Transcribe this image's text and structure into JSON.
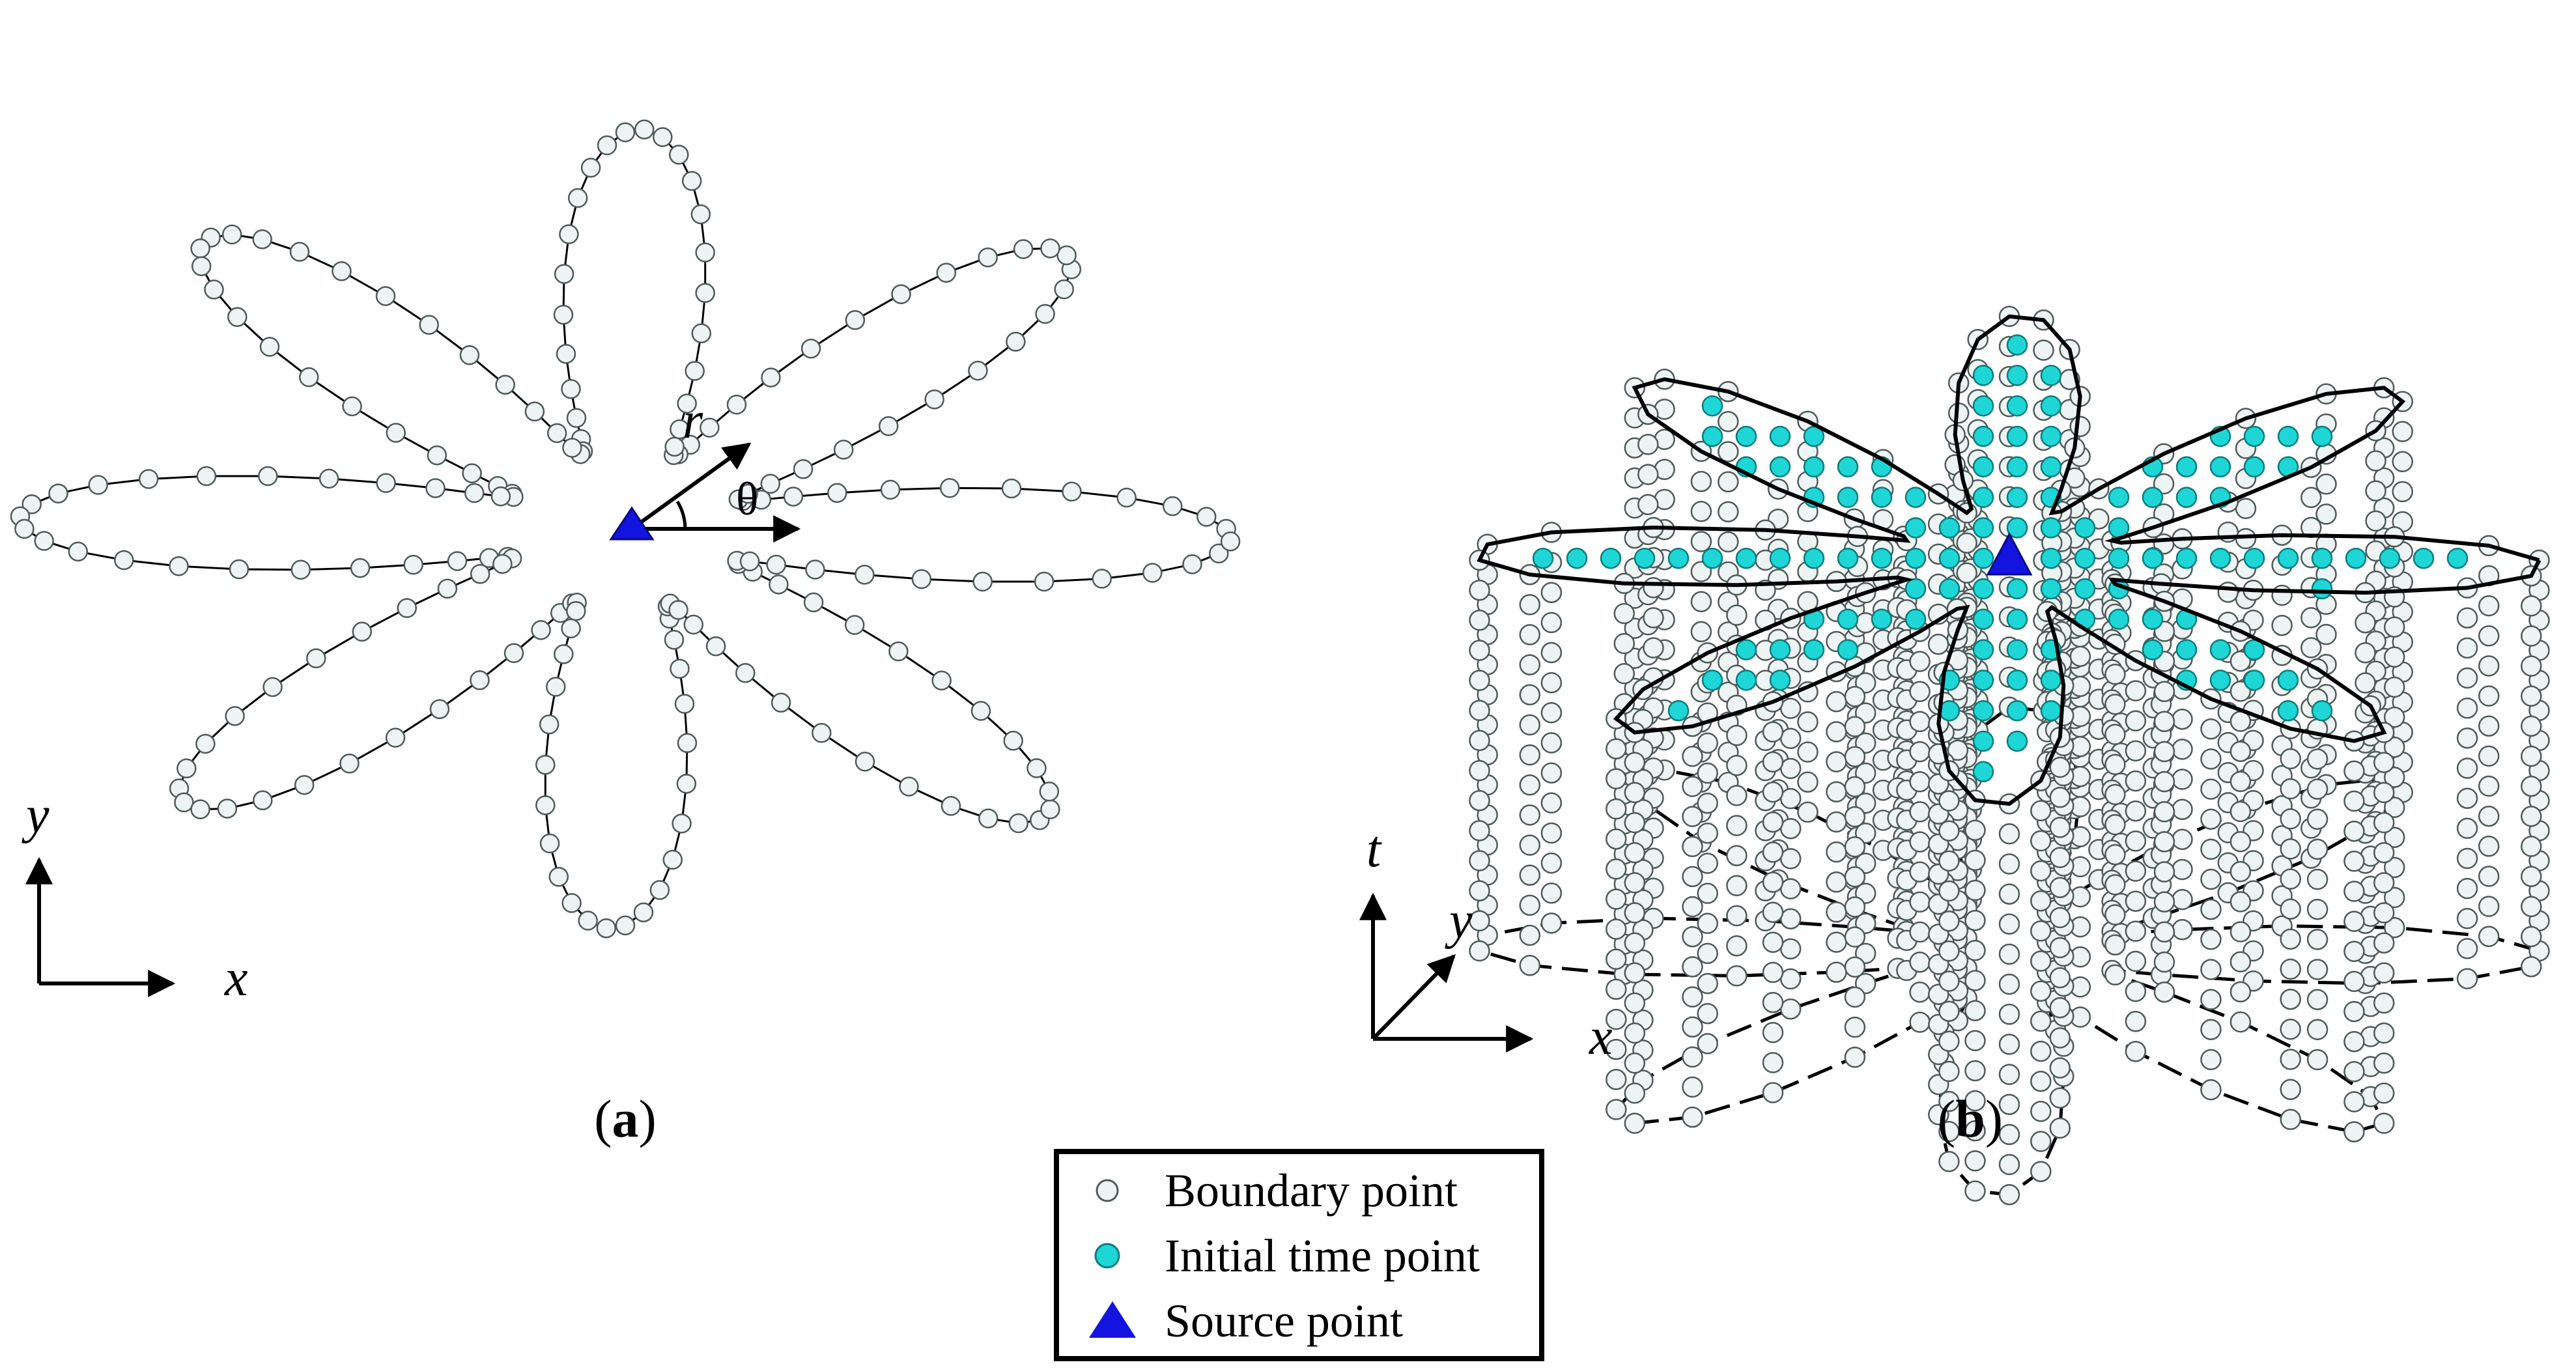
{
  "panel_a": {
    "label_prefix": "(",
    "label_letter": "a",
    "label_suffix": ")",
    "axis_x": "x",
    "axis_y": "y",
    "polar_r": "r",
    "polar_theta": "θ"
  },
  "panel_b": {
    "label_prefix": "(",
    "label_letter": "b",
    "label_suffix": ")",
    "axis_x": "x",
    "axis_y": "y",
    "axis_t": "t"
  },
  "legend": {
    "items": [
      {
        "label": "Boundary point",
        "marker": "open-circle"
      },
      {
        "label": "Initial time point",
        "marker": "cyan-circle"
      },
      {
        "label": "Source point",
        "marker": "blue-triangle"
      }
    ]
  },
  "colors": {
    "boundary_fill": "#eef4f4",
    "boundary_stroke": "#505a5a",
    "initial_fill": "#1fd6d6",
    "initial_stroke": "#0a7c7c",
    "source": "#1414e0",
    "line": "#000000"
  },
  "shape": {
    "lobes": 8,
    "boundary_points_count": 200
  }
}
